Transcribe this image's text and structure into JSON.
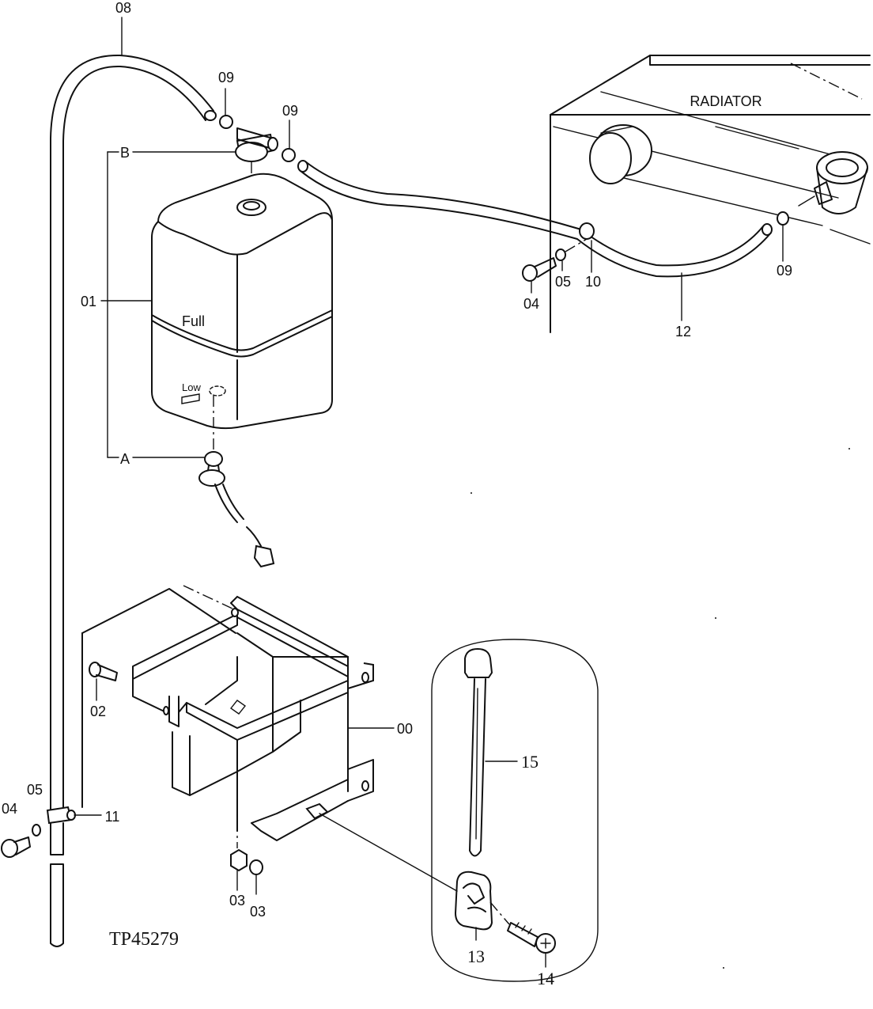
{
  "diagram": {
    "figure_code": "TP45279",
    "radiator_label": "RADIATOR",
    "tank_marks": {
      "full": "Full",
      "low": "Low"
    },
    "connection_labels": {
      "a": "A",
      "b": "B"
    },
    "callouts": {
      "hose_top": "08",
      "clamp_top_left": "09",
      "clamp_top_right": "09",
      "clamp_radiator": "09",
      "tank": "01",
      "bolt_upper": "04",
      "washer_upper": "05",
      "clamp_upper": "10",
      "hose_radiator": "12",
      "bolt_bracket": "02",
      "bracket": "00",
      "bolt_lower": "04",
      "washer_lower": "05",
      "clamp_lower": "11",
      "nut_left": "03",
      "nut_right": "03",
      "tie_strap": "15",
      "clip": "13",
      "screw": "14"
    }
  }
}
